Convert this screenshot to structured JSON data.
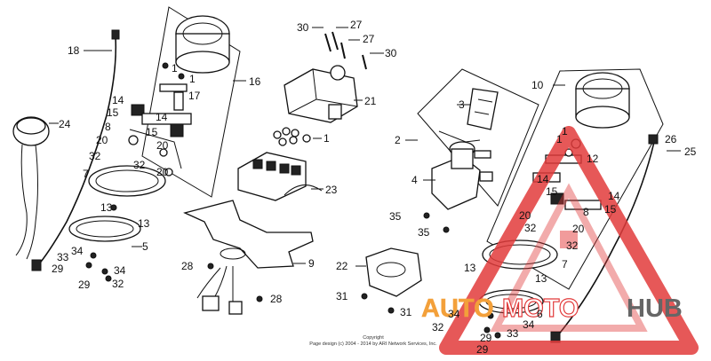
{
  "watermark": {
    "text_auto": "AUTO",
    "text_moto": "MOTO",
    "text_hub": "HUB",
    "color_auto": "#f3a03a",
    "color_moto": "#ffffff",
    "color_hub": "#666666",
    "triangle_color": "#e23b3b"
  },
  "copyright": {
    "line1": "Copyright",
    "line2": "Page design (c) 2004 - 2014 by ARI Network Services, Inc."
  },
  "callouts": {
    "c1a": "1",
    "c1b": "1",
    "c1c": "1",
    "c1d": "1",
    "c1e": "1",
    "c2": "2",
    "c3": "3",
    "c4": "4",
    "c5": "5",
    "c6": "6",
    "c7a": "7",
    "c7b": "7",
    "c8a": "8",
    "c8b": "8",
    "c9": "9",
    "c10": "10",
    "c12": "12",
    "c13a": "13",
    "c13b": "13",
    "c13c": "13",
    "c13d": "13",
    "c14a": "14",
    "c14b": "14",
    "c14c": "14",
    "c14d": "14",
    "c15a": "15",
    "c15b": "15",
    "c15c": "15",
    "c15d": "15",
    "c16": "16",
    "c17": "17",
    "c18": "18",
    "c20a": "20",
    "c20b": "20",
    "c20c": "20",
    "c20d": "20",
    "c21": "21",
    "c22": "22",
    "c23": "23",
    "c24": "24",
    "c25": "25",
    "c26": "26",
    "c27a": "27",
    "c27b": "27",
    "c28a": "28",
    "c28b": "28",
    "c29a": "29",
    "c29b": "29",
    "c30a": "30",
    "c30b": "30",
    "c31a": "31",
    "c31b": "31",
    "c32a": "32",
    "c32b": "32",
    "c32c": "32",
    "c32d": "32",
    "c32e": "32",
    "c32f": "32",
    "c33a": "33",
    "c33b": "33",
    "c34a": "34",
    "c34b": "34",
    "c34c": "34",
    "c34d": "34",
    "c35a": "35",
    "c35b": "35"
  }
}
